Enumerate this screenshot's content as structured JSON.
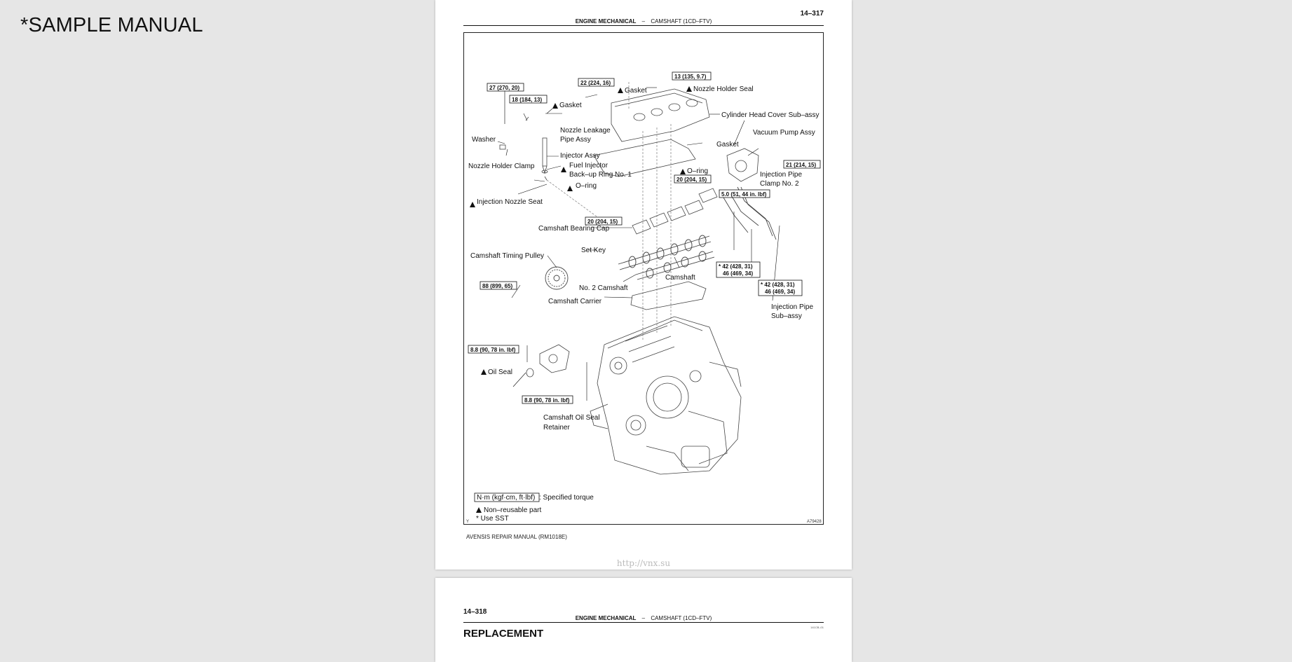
{
  "watermark": "*SAMPLE MANUAL",
  "page1": {
    "page_number": "14–317",
    "header_section": "ENGINE MECHANICAL",
    "header_sep": "–",
    "header_sub": "CAMSHAFT (1CD–FTV)",
    "footer": "AVENSIS REPAIR MANUAL   (RM1018E)",
    "url": "http://vnx.su",
    "figure": {
      "labels": {
        "nozzle_holder_seal": "Nozzle Holder Seal",
        "cyl_head_cover": "Cylinder Head Cover Sub–assy",
        "gasket_top": "Gasket",
        "gasket_left": "Gasket",
        "nozzle_leakage_1": "Nozzle Leakage",
        "nozzle_leakage_2": "Pipe Assy",
        "washer": "Washer",
        "injector_assy": "Injector Assy",
        "nozzle_holder_clamp": "Nozzle Holder Clamp",
        "fuel_injector_1": "Fuel Injector",
        "fuel_injector_2": "Back–up Ring No. 1",
        "o_ring_left": "O–ring",
        "injection_nozzle_seat": "Injection Nozzle Seat",
        "vacuum_pump": "Vacuum Pump Assy",
        "gasket_mid": "Gasket",
        "o_ring_right": "O–ring",
        "inj_clamp_1": "Injection Pipe",
        "inj_clamp_2": "Clamp No. 2",
        "camshaft_bearing_cap": "Camshaft Bearing Cap",
        "set_key": "Set Key",
        "camshaft_timing_pulley": "Camshaft Timing Pulley",
        "no2_camshaft": "No. 2 Camshaft",
        "camshaft": "Camshaft",
        "camshaft_carrier": "Camshaft Carrier",
        "inj_pipe_1": "Injection Pipe",
        "inj_pipe_2": "Sub–assy",
        "oil_seal": "Oil Seal",
        "retainer_1": "Camshaft Oil Seal",
        "retainer_2": "Retainer"
      },
      "torques": {
        "t27": "27 (270, 20)",
        "t18": "18 (184, 13)",
        "t22": "22 (224, 16)",
        "t13": "13 (135, 9.7)",
        "t21": "21 (214, 15)",
        "t20a": "20 (204, 15)",
        "t5": "5.0 (51, 44 in. lbf)",
        "t20b": "20 (204, 15)",
        "t42a_1": "* 42 (428, 31)",
        "t42a_2": "46 (469, 34)",
        "t42b_1": "* 42 (428, 31)",
        "t42b_2": "46 (469, 34)",
        "t88": "88 (899, 65)",
        "t8a": "8.8 (90, 78 in. lbf)",
        "t8b": "8.8 (90, 78 in. lbf)"
      },
      "legend": {
        "unit": "N·m (kgf·cm, ft·lbf)",
        "unit_desc": ": Specified torque",
        "nonreusable": "Non–reusable part",
        "sst": "* Use SST"
      },
      "corner_letter": "Y",
      "figure_code": "A79428"
    }
  },
  "page2": {
    "page_number": "14–318",
    "header_section": "ENGINE MECHANICAL",
    "header_sep": "–",
    "header_sub": "CAMSHAFT (1CD–FTV)",
    "heading": "REPLACEMENT",
    "code": "141CB–01"
  }
}
